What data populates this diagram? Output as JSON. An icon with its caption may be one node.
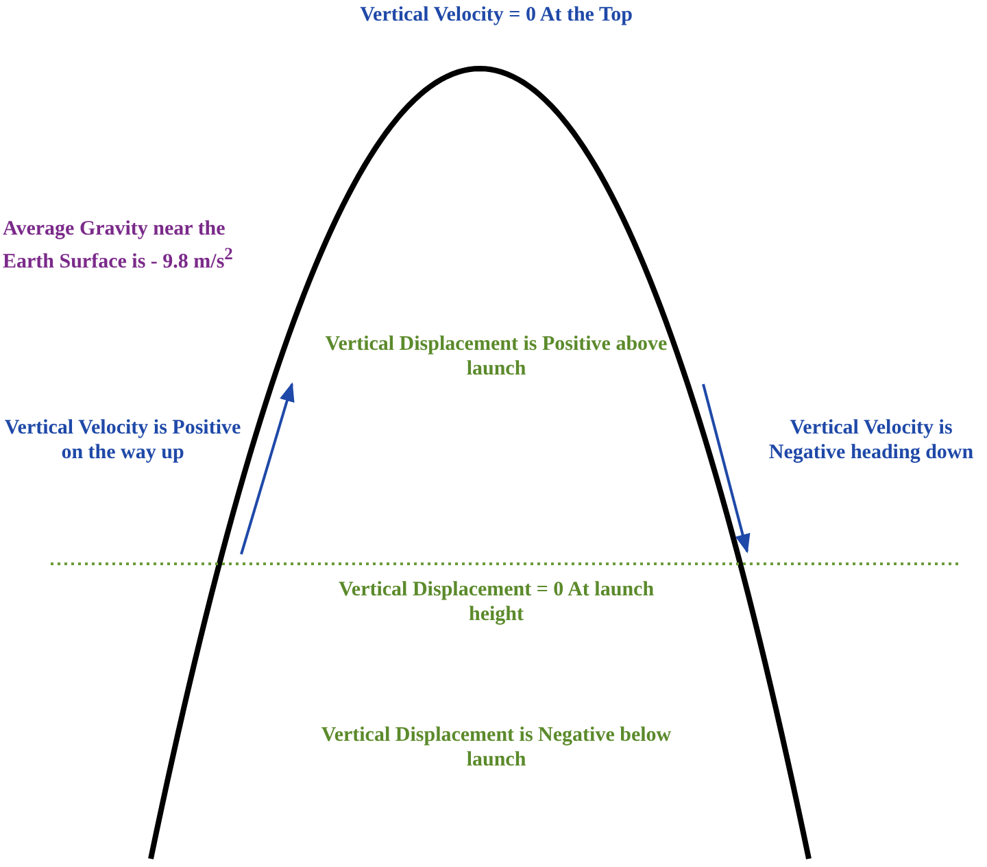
{
  "diagram": {
    "labels": [
      "Vertical Velocity = 0 At the Top",
      "Average Gravity near the Earth Surface is  - 9.8 m/s$^{2}$",
      "Vertical Displacement is Positive above launch",
      "Vertical Velocity is Positive on the way up",
      "Vertical Velocity is Negative heading down",
      "Vertical Displacement = 0 At launch height",
      "Vertical Displacement is Negative below launch"
    ]
  }
}
